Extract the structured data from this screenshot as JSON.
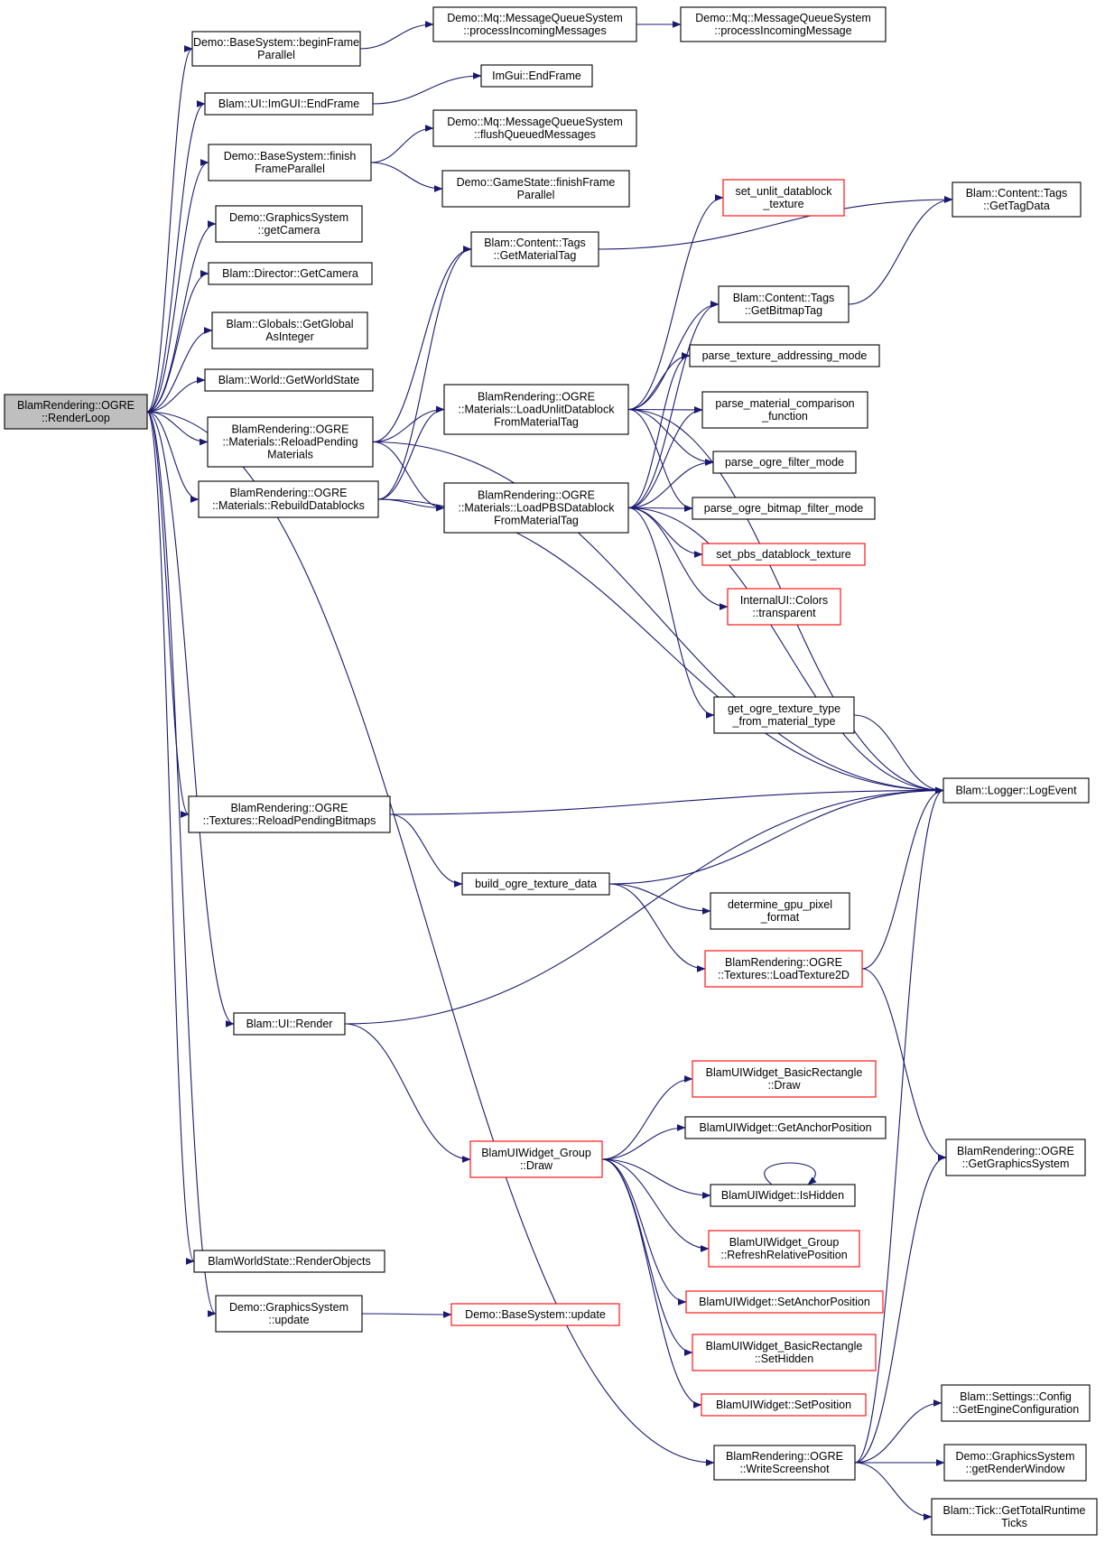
{
  "diagram": {
    "type": "call-graph",
    "colors": {
      "edge": "#191970",
      "box_border": "#000000",
      "incomplete_border": "#ff0000",
      "root_fill": "#bfbfbf"
    },
    "nodes": [
      {
        "id": "root",
        "lines": [
          "BlamRendering::OGRE",
          "::RenderLoop"
        ],
        "style": "root"
      },
      {
        "id": "bs_beginframe",
        "lines": [
          "Demo::BaseSystem::beginFrame",
          "Parallel"
        ],
        "style": "normal"
      },
      {
        "id": "mq_processincoming",
        "lines": [
          "Demo::Mq::MessageQueueSystem",
          "::processIncomingMessages"
        ],
        "style": "normal"
      },
      {
        "id": "mq_processincoming1",
        "lines": [
          "Demo::Mq::MessageQueueSystem",
          "::processIncomingMessage"
        ],
        "style": "normal"
      },
      {
        "id": "ui_imgui_endframe",
        "lines": [
          "Blam::UI::ImGUI::EndFrame"
        ],
        "style": "normal"
      },
      {
        "id": "imgui_endframe",
        "lines": [
          "ImGui::EndFrame"
        ],
        "style": "normal"
      },
      {
        "id": "bs_finishframe",
        "lines": [
          "Demo::BaseSystem::finish",
          "FrameParallel"
        ],
        "style": "normal"
      },
      {
        "id": "mq_flush",
        "lines": [
          "Demo::Mq::MessageQueueSystem",
          "::flushQueuedMessages"
        ],
        "style": "normal"
      },
      {
        "id": "gs_finishframe",
        "lines": [
          "Demo::GameState::finishFrame",
          "Parallel"
        ],
        "style": "normal"
      },
      {
        "id": "gfx_getcamera",
        "lines": [
          "Demo::GraphicsSystem",
          "::getCamera"
        ],
        "style": "normal"
      },
      {
        "id": "director_getcamera",
        "lines": [
          "Blam::Director::GetCamera"
        ],
        "style": "normal"
      },
      {
        "id": "globals_getint",
        "lines": [
          "Blam::Globals::GetGlobal",
          "AsInteger"
        ],
        "style": "normal"
      },
      {
        "id": "world_getstate",
        "lines": [
          "Blam::World::GetWorldState"
        ],
        "style": "normal"
      },
      {
        "id": "reload_materials",
        "lines": [
          "BlamRendering::OGRE",
          "::Materials::ReloadPending",
          "Materials"
        ],
        "style": "normal"
      },
      {
        "id": "rebuild_datablocks",
        "lines": [
          "BlamRendering::OGRE",
          "::Materials::RebuildDatablocks"
        ],
        "style": "normal"
      },
      {
        "id": "get_material_tag",
        "lines": [
          "Blam::Content::Tags",
          "::GetMaterialTag"
        ],
        "style": "normal"
      },
      {
        "id": "load_unlit",
        "lines": [
          "BlamRendering::OGRE",
          "::Materials::LoadUnlitDatablock",
          "FromMaterialTag"
        ],
        "style": "normal"
      },
      {
        "id": "load_pbs",
        "lines": [
          "BlamRendering::OGRE",
          "::Materials::LoadPBSDatablock",
          "FromMaterialTag"
        ],
        "style": "normal"
      },
      {
        "id": "set_unlit_tex",
        "lines": [
          "set_unlit_datablock",
          "_texture"
        ],
        "style": "incomplete"
      },
      {
        "id": "get_bitmap_tag",
        "lines": [
          "Blam::Content::Tags",
          "::GetBitmapTag"
        ],
        "style": "normal"
      },
      {
        "id": "get_tag_data",
        "lines": [
          "Blam::Content::Tags",
          "::GetTagData"
        ],
        "style": "normal"
      },
      {
        "id": "parse_tex_addr",
        "lines": [
          "parse_texture_addressing_mode"
        ],
        "style": "normal"
      },
      {
        "id": "parse_mat_cmp",
        "lines": [
          "parse_material_comparison",
          "_function"
        ],
        "style": "normal"
      },
      {
        "id": "parse_filter",
        "lines": [
          "parse_ogre_filter_mode"
        ],
        "style": "normal"
      },
      {
        "id": "parse_bitmap_filter",
        "lines": [
          "parse_ogre_bitmap_filter_mode"
        ],
        "style": "normal"
      },
      {
        "id": "set_pbs_tex",
        "lines": [
          "set_pbs_datablock_texture"
        ],
        "style": "incomplete"
      },
      {
        "id": "colors_transparent",
        "lines": [
          "InternalUI::Colors",
          "::transparent"
        ],
        "style": "incomplete"
      },
      {
        "id": "get_tex_type",
        "lines": [
          "get_ogre_texture_type",
          "_from_material_type"
        ],
        "style": "normal"
      },
      {
        "id": "logger",
        "lines": [
          "Blam::Logger::LogEvent"
        ],
        "style": "normal"
      },
      {
        "id": "reload_bitmaps",
        "lines": [
          "BlamRendering::OGRE",
          "::Textures::ReloadPendingBitmaps"
        ],
        "style": "normal"
      },
      {
        "id": "build_tex_data",
        "lines": [
          "build_ogre_texture_data"
        ],
        "style": "normal"
      },
      {
        "id": "gpu_pixel",
        "lines": [
          "determine_gpu_pixel",
          "_format"
        ],
        "style": "normal"
      },
      {
        "id": "load_tex2d",
        "lines": [
          "BlamRendering::OGRE",
          "::Textures::LoadTexture2D"
        ],
        "style": "incomplete"
      },
      {
        "id": "ui_render",
        "lines": [
          "Blam::UI::Render"
        ],
        "style": "normal"
      },
      {
        "id": "rect_draw",
        "lines": [
          "BlamUIWidget_BasicRectangle",
          "::Draw"
        ],
        "style": "incomplete"
      },
      {
        "id": "get_anchor",
        "lines": [
          "BlamUIWidget::GetAnchorPosition"
        ],
        "style": "normal"
      },
      {
        "id": "group_draw",
        "lines": [
          "BlamUIWidget_Group",
          "::Draw"
        ],
        "style": "incomplete"
      },
      {
        "id": "is_hidden",
        "lines": [
          "BlamUIWidget::IsHidden"
        ],
        "style": "normal"
      },
      {
        "id": "refresh_pos",
        "lines": [
          "BlamUIWidget_Group",
          "::RefreshRelativePosition"
        ],
        "style": "incomplete"
      },
      {
        "id": "set_anchor",
        "lines": [
          "BlamUIWidget::SetAnchorPosition"
        ],
        "style": "incomplete"
      },
      {
        "id": "rect_sethidden",
        "lines": [
          "BlamUIWidget_BasicRectangle",
          "::SetHidden"
        ],
        "style": "incomplete"
      },
      {
        "id": "set_position",
        "lines": [
          "BlamUIWidget::SetPosition"
        ],
        "style": "incomplete"
      },
      {
        "id": "get_gfx_system",
        "lines": [
          "BlamRendering::OGRE",
          "::GetGraphicsSystem"
        ],
        "style": "normal"
      },
      {
        "id": "render_objects",
        "lines": [
          "BlamWorldState::RenderObjects"
        ],
        "style": "normal"
      },
      {
        "id": "gfx_update",
        "lines": [
          "Demo::GraphicsSystem",
          "::update"
        ],
        "style": "normal"
      },
      {
        "id": "bs_update",
        "lines": [
          "Demo::BaseSystem::update"
        ],
        "style": "incomplete"
      },
      {
        "id": "write_screenshot",
        "lines": [
          "BlamRendering::OGRE",
          "::WriteScreenshot"
        ],
        "style": "normal"
      },
      {
        "id": "engine_config",
        "lines": [
          "Blam::Settings::Config",
          "::GetEngineConfiguration"
        ],
        "style": "normal"
      },
      {
        "id": "get_render_window",
        "lines": [
          "Demo::GraphicsSystem",
          "::getRenderWindow"
        ],
        "style": "normal"
      },
      {
        "id": "runtime_ticks",
        "lines": [
          "Blam::Tick::GetTotalRuntime",
          "Ticks"
        ],
        "style": "normal"
      }
    ],
    "edges": [
      [
        "root",
        "bs_beginframe"
      ],
      [
        "root",
        "ui_imgui_endframe"
      ],
      [
        "root",
        "bs_finishframe"
      ],
      [
        "root",
        "gfx_getcamera"
      ],
      [
        "root",
        "director_getcamera"
      ],
      [
        "root",
        "globals_getint"
      ],
      [
        "root",
        "world_getstate"
      ],
      [
        "root",
        "reload_materials"
      ],
      [
        "root",
        "rebuild_datablocks"
      ],
      [
        "root",
        "reload_bitmaps"
      ],
      [
        "root",
        "ui_render"
      ],
      [
        "root",
        "render_objects"
      ],
      [
        "root",
        "gfx_update"
      ],
      [
        "root",
        "write_screenshot"
      ],
      [
        "bs_beginframe",
        "mq_processincoming"
      ],
      [
        "mq_processincoming",
        "mq_processincoming1"
      ],
      [
        "ui_imgui_endframe",
        "imgui_endframe"
      ],
      [
        "bs_finishframe",
        "mq_flush"
      ],
      [
        "bs_finishframe",
        "gs_finishframe"
      ],
      [
        "reload_materials",
        "get_material_tag"
      ],
      [
        "reload_materials",
        "load_unlit"
      ],
      [
        "reload_materials",
        "load_pbs"
      ],
      [
        "reload_materials",
        "logger"
      ],
      [
        "rebuild_datablocks",
        "get_material_tag"
      ],
      [
        "rebuild_datablocks",
        "load_unlit"
      ],
      [
        "rebuild_datablocks",
        "load_pbs"
      ],
      [
        "rebuild_datablocks",
        "logger"
      ],
      [
        "get_material_tag",
        "get_tag_data"
      ],
      [
        "load_unlit",
        "set_unlit_tex"
      ],
      [
        "load_unlit",
        "get_bitmap_tag"
      ],
      [
        "load_unlit",
        "parse_tex_addr"
      ],
      [
        "load_unlit",
        "parse_mat_cmp"
      ],
      [
        "load_unlit",
        "parse_filter"
      ],
      [
        "load_unlit",
        "parse_bitmap_filter"
      ],
      [
        "load_unlit",
        "logger"
      ],
      [
        "load_pbs",
        "get_bitmap_tag"
      ],
      [
        "load_pbs",
        "parse_tex_addr"
      ],
      [
        "load_pbs",
        "parse_mat_cmp"
      ],
      [
        "load_pbs",
        "parse_filter"
      ],
      [
        "load_pbs",
        "parse_bitmap_filter"
      ],
      [
        "load_pbs",
        "set_pbs_tex"
      ],
      [
        "load_pbs",
        "colors_transparent"
      ],
      [
        "load_pbs",
        "get_tex_type"
      ],
      [
        "load_pbs",
        "logger"
      ],
      [
        "get_bitmap_tag",
        "get_tag_data"
      ],
      [
        "get_tex_type",
        "logger"
      ],
      [
        "reload_bitmaps",
        "logger"
      ],
      [
        "reload_bitmaps",
        "build_tex_data"
      ],
      [
        "build_tex_data",
        "logger"
      ],
      [
        "build_tex_data",
        "gpu_pixel"
      ],
      [
        "build_tex_data",
        "load_tex2d"
      ],
      [
        "load_tex2d",
        "logger"
      ],
      [
        "load_tex2d",
        "get_gfx_system"
      ],
      [
        "ui_render",
        "logger"
      ],
      [
        "ui_render",
        "group_draw"
      ],
      [
        "group_draw",
        "rect_draw"
      ],
      [
        "group_draw",
        "get_anchor"
      ],
      [
        "group_draw",
        "is_hidden"
      ],
      [
        "group_draw",
        "refresh_pos"
      ],
      [
        "group_draw",
        "set_anchor"
      ],
      [
        "group_draw",
        "rect_sethidden"
      ],
      [
        "group_draw",
        "set_position"
      ],
      [
        "is_hidden",
        "is_hidden"
      ],
      [
        "gfx_update",
        "bs_update"
      ],
      [
        "write_screenshot",
        "logger"
      ],
      [
        "write_screenshot",
        "engine_config"
      ],
      [
        "write_screenshot",
        "get_render_window"
      ],
      [
        "write_screenshot",
        "runtime_ticks"
      ],
      [
        "write_screenshot",
        "get_gfx_system"
      ]
    ]
  }
}
